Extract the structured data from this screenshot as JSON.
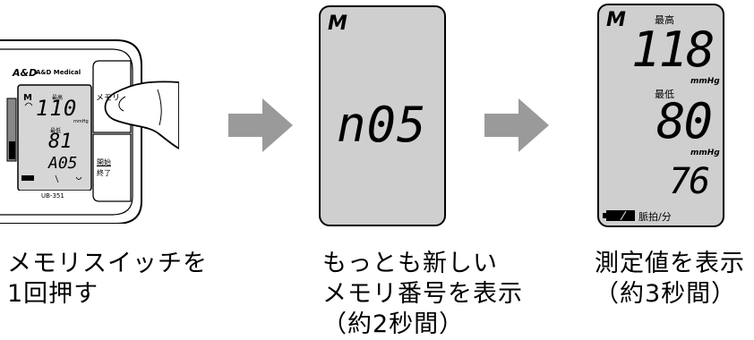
{
  "device": {
    "brand_logo": "A&D",
    "brand_name": "A&D Medical",
    "model": "UB-351",
    "memory_button_label": "メモリ",
    "start_stop_label_top": "開始",
    "start_stop_label_bottom": "終了",
    "lcd_sys_label": "最高",
    "lcd_dia_label": "最低",
    "lcd_sys_value": "110",
    "lcd_dia_value": "81",
    "lcd_third_value": "A05",
    "lcd_unit": "mmHg"
  },
  "panel2": {
    "memory_icon": "M",
    "memory_number": "n05"
  },
  "panel3": {
    "memory_icon": "M",
    "sys_label": "最高",
    "sys_value": "118",
    "sys_unit": "mmHg",
    "dia_label": "最低",
    "dia_value": "80",
    "dia_unit": "mmHg",
    "pulse_value": "76",
    "pulse_label": "脈拍/分"
  },
  "captions": {
    "step1_line1": "メモリスイッチを",
    "step1_line2": "1回押す",
    "step2_line1": "もっとも新しい",
    "step2_line2": "メモリ番号を表示",
    "step2_line3": "（約2秒間）",
    "step3_line1": "測定値を表示",
    "step3_line2": "（約3秒間）"
  },
  "colors": {
    "lcd_bg": "#cfcfcf",
    "arrow": "#9a9a9a",
    "ink": "#000000"
  }
}
